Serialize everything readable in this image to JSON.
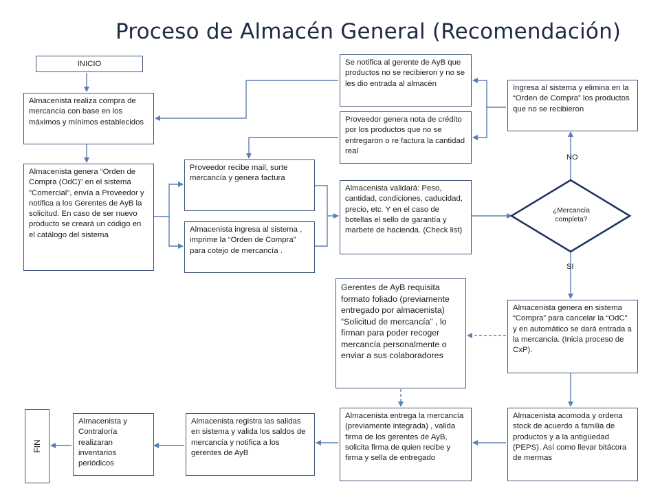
{
  "title": "Proceso de Almacén General (Recomendación)",
  "nodes": {
    "inicio": "INICIO",
    "compra": "Almacenista realiza compra de mercancía  con base en los máximos y mínimos establecidos",
    "genera_odc": "Almacenista genera “Orden de Compra (OdC)”  en el sistema \"Comercial\", envía a Proveedor y notifica a los Gerentes de AyB la solicitud. En caso de ser nuevo producto  se creará un código en el catálogo del sistema",
    "proveedor_recibe": "Proveedor recibe mail, surte mercancía  y genera factura",
    "ingresa_sistema": "Almacenista ingresa al sistema , imprime la “Orden de Compra” para cotejo de mercancía  .",
    "notifica_gerente": "Se notifica al gerente de AyB que productos no se recibieron y no se les dio entrada al almacén",
    "nota_credito": "Proveedor genera nota de crédito por los productos que no se entregaron o re factura la cantidad real",
    "validara": "Almacenista validará: Peso, cantidad, condiciones, caducidad, precio, etc.  Y en el caso de botellas el  sello de garantía y marbete de hacienda. (Check list)",
    "elimina": "Ingresa al sistema y elimina en la “Orden de Compra” los productos que no se recibieron",
    "decision": "¿Mercancía completa?",
    "no_label": "NO",
    "si_label": "SI",
    "genera_compra": "Almacenista genera en sistema “Compra” para cancelar la “OdC” y en automático  se dará entrada a la mercancía.  (Inicia proceso de CxP).",
    "gerentes": "Gerentes de AyB requisita formato foliado (previamente entregado por almacenista)  “Solicitud de mercancía” , lo firman para poder recoger mercancía personalmente o enviar a sus colaboradores",
    "acomoda": "Almacenista acomoda  y ordena stock de acuerdo a familia de productos y a la antigüedad (PEPS). Así como llevar bitácora de mermas",
    "entrega": "Almacenista entrega la mercancía  (previamente integrada) , valida firma de los gerentes de AyB, solicita firma de quien recibe y firma y sella de entregado",
    "registra": "Almacenista registra las salidas en sistema y valida los saldos de mercancía  y notifica a los gerentes de AyB",
    "inventarios": "Almacenista y Contraloría realizaran inventarios periódicos",
    "fin": "FIN"
  },
  "colors": {
    "border": "#3e5477",
    "connector": "#5b7fb4",
    "title": "#1f2a44"
  }
}
